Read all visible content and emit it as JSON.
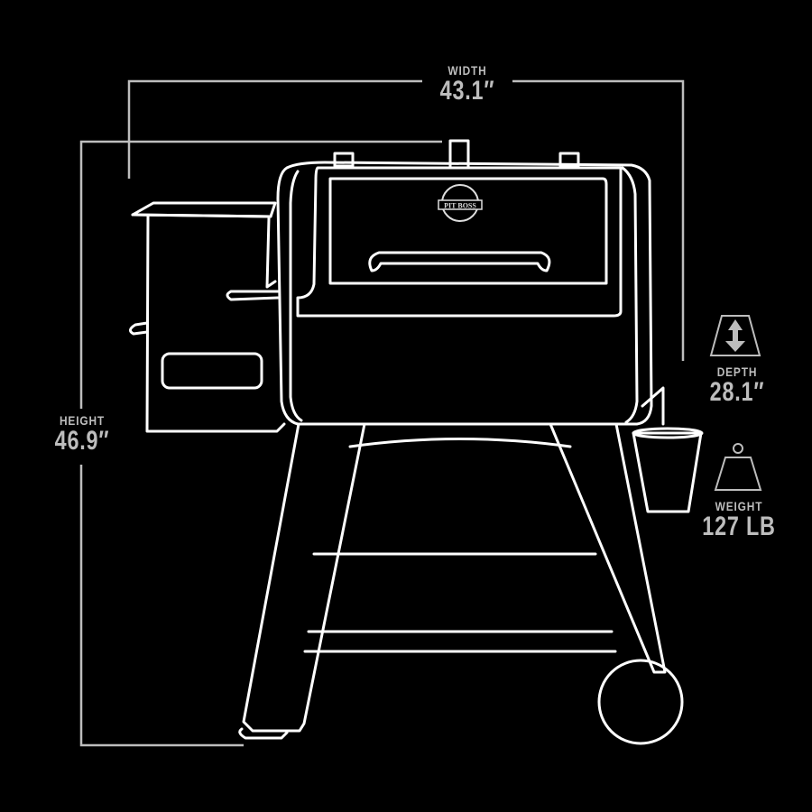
{
  "diagram": {
    "subject": "Pellet grill line drawing",
    "brand_logo_text": "PIT BOSS",
    "colors": {
      "background": "#000000",
      "drawing": "#ffffff",
      "dimension_lines": "#bdbdbd",
      "label_text": "#bdbdbd"
    }
  },
  "dimensions": {
    "width": {
      "label": "WIDTH",
      "value": "43.1″"
    },
    "height": {
      "label": "HEIGHT",
      "value": "46.9″"
    },
    "depth": {
      "label": "DEPTH",
      "value": "28.1″",
      "icon": "depth-arrow-icon"
    },
    "weight": {
      "label": "WEIGHT",
      "value": "127 LB",
      "icon": "weight-icon"
    }
  }
}
